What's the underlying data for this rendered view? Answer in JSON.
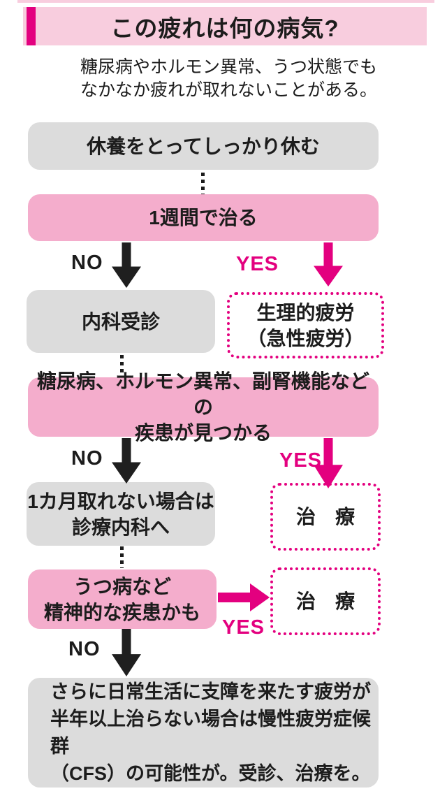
{
  "colors": {
    "magenta": "#e3007f",
    "box_pink": "#f4adcc",
    "band_pink": "#f8cdde",
    "box_gray": "#dcdcdc",
    "text": "#1c1c1c"
  },
  "header": {
    "title": "この疲れは何の病気?"
  },
  "intro": {
    "line1": "糖尿病やホルモン異常、うつ状態でも",
    "line2": "なかなか疲れが取れないことがある。"
  },
  "labels": {
    "no": "NO",
    "yes": "YES"
  },
  "nodes": {
    "rest": "休養をとってしっかり休む",
    "heal_week": "1週間で治る",
    "internal_medicine": "内科受診",
    "physio_line1": "生理的疲労",
    "physio_line2": "（急性疲労）",
    "found_line1": "糖尿病、ホルモン異常、副腎機能などの",
    "found_line2": "疾患が見つかる",
    "month_line1": "1カ月取れない場合は",
    "month_line2": "診療内科へ",
    "treatment": "治　療",
    "depress_line1": "うつ病など",
    "depress_line2": "精神的な疾患かも",
    "cfs_line1": "さらに日常生活に支障を来たす疲労が",
    "cfs_line2": "半年以上治らない場合は慢性疲労症候群",
    "cfs_line3": "（CFS）の可能性が。受診、治療を。"
  }
}
